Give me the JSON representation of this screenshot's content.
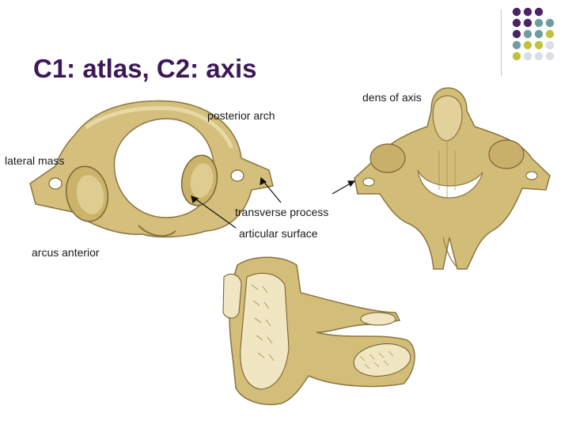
{
  "slide": {
    "title": "C1: atlas, C2: axis"
  },
  "labels": {
    "posterior_arch": "posterior arch",
    "lateral_mass": "lateral mass",
    "transverse_process": "transverse process",
    "articular_surface": "articular surface",
    "arcus_anterior": "arcus anterior",
    "dens_of_axis": "dens of axis"
  },
  "theme": {
    "title_color": "#3d1858",
    "bone_fill": "#d6c27e",
    "bone_light": "#e9dba4",
    "bone_shadow": "#a58c49",
    "dot_colors": [
      "#4a2463",
      "#6f9ca0",
      "#c1c23a",
      "#d9dde4"
    ]
  },
  "dot_grid": [
    [
      0,
      0,
      0
    ],
    [
      0,
      0,
      1,
      1
    ],
    [
      0,
      1,
      1,
      2
    ],
    [
      1,
      2,
      2,
      3
    ],
    [
      2,
      3,
      3,
      3
    ]
  ]
}
